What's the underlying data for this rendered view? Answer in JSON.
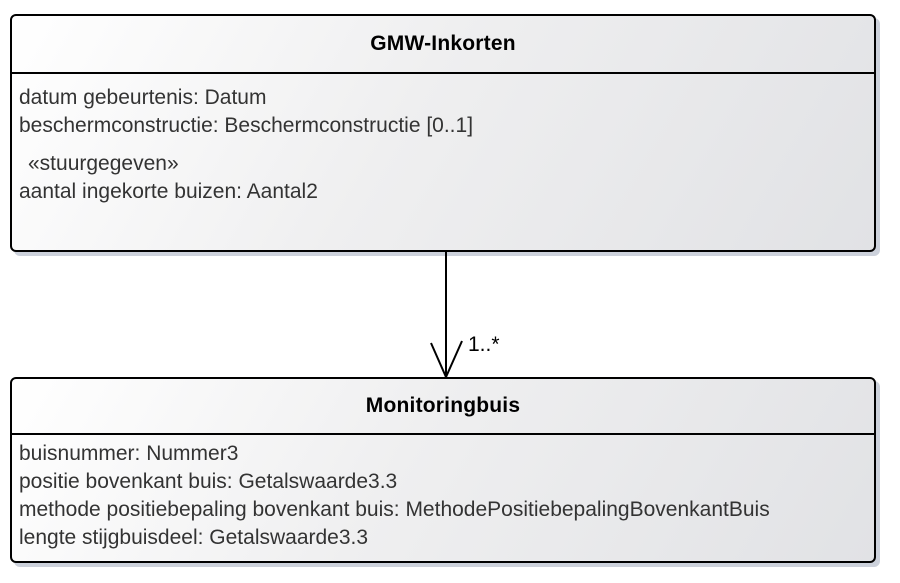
{
  "classes": [
    {
      "name": "GMW-Inkorten",
      "attributes": [
        "datum gebeurtenis: Datum",
        "beschermconstructie: Beschermconstructie [0..1]",
        "«stuurgegeven»",
        "aantal ingekorte buizen: Aantal2"
      ]
    },
    {
      "name": "Monitoringbuis",
      "attributes": [
        "buisnummer: Nummer3",
        "positie bovenkant buis: Getalswaarde3.3",
        "methode positiebepaling bovenkant buis: MethodePositiebepalingBovenkantBuis",
        "lengte stijgbuisdeel: Getalswaarde3.3"
      ]
    }
  ],
  "association": {
    "target_multiplicity": "1..*"
  },
  "colors": {
    "border": "#000000",
    "fill_light": "#ffffff",
    "fill_dark": "#e1e2e5",
    "shadow": "#ccd1db",
    "attribute_text": "#333333",
    "title_text": "#000000"
  }
}
